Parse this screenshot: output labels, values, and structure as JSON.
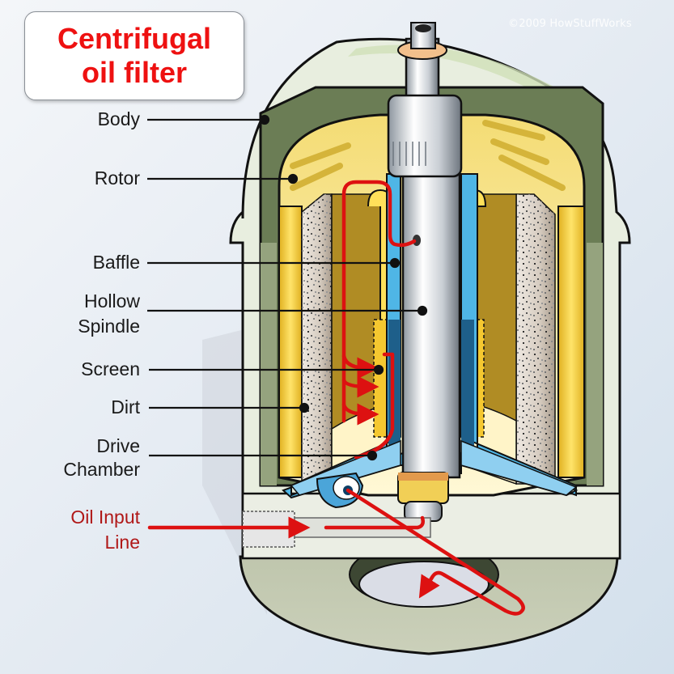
{
  "title": {
    "lines": [
      "Centrifugal",
      "oil filter"
    ],
    "color": "#ee1111"
  },
  "copyright": "©2009 HowStuffWorks",
  "labels": {
    "body": [
      "Body"
    ],
    "rotor": [
      "Rotor"
    ],
    "baffle": [
      "Baffle"
    ],
    "hollow_spindle": [
      "Hollow",
      "Spindle"
    ],
    "screen": [
      "Screen"
    ],
    "dirt": [
      "Dirt"
    ],
    "drive_chamber": [
      "Drive",
      "Chamber"
    ],
    "oil_input_line": [
      "Oil Input",
      "Line"
    ]
  },
  "colors": {
    "label_text": "#1a1a1a",
    "oil_input_label": "#b01818",
    "oil_flow": "#dd1111",
    "housing_light": "#e8eedf",
    "housing_dark": "#6b7d55",
    "rotor_yellow": "#f5cf3a",
    "rotor_inner": "#b08c24",
    "dirt": "#d8cfc4",
    "spindle_blue": "#4fb6e6",
    "spindle_steel": "#d8dde2"
  }
}
